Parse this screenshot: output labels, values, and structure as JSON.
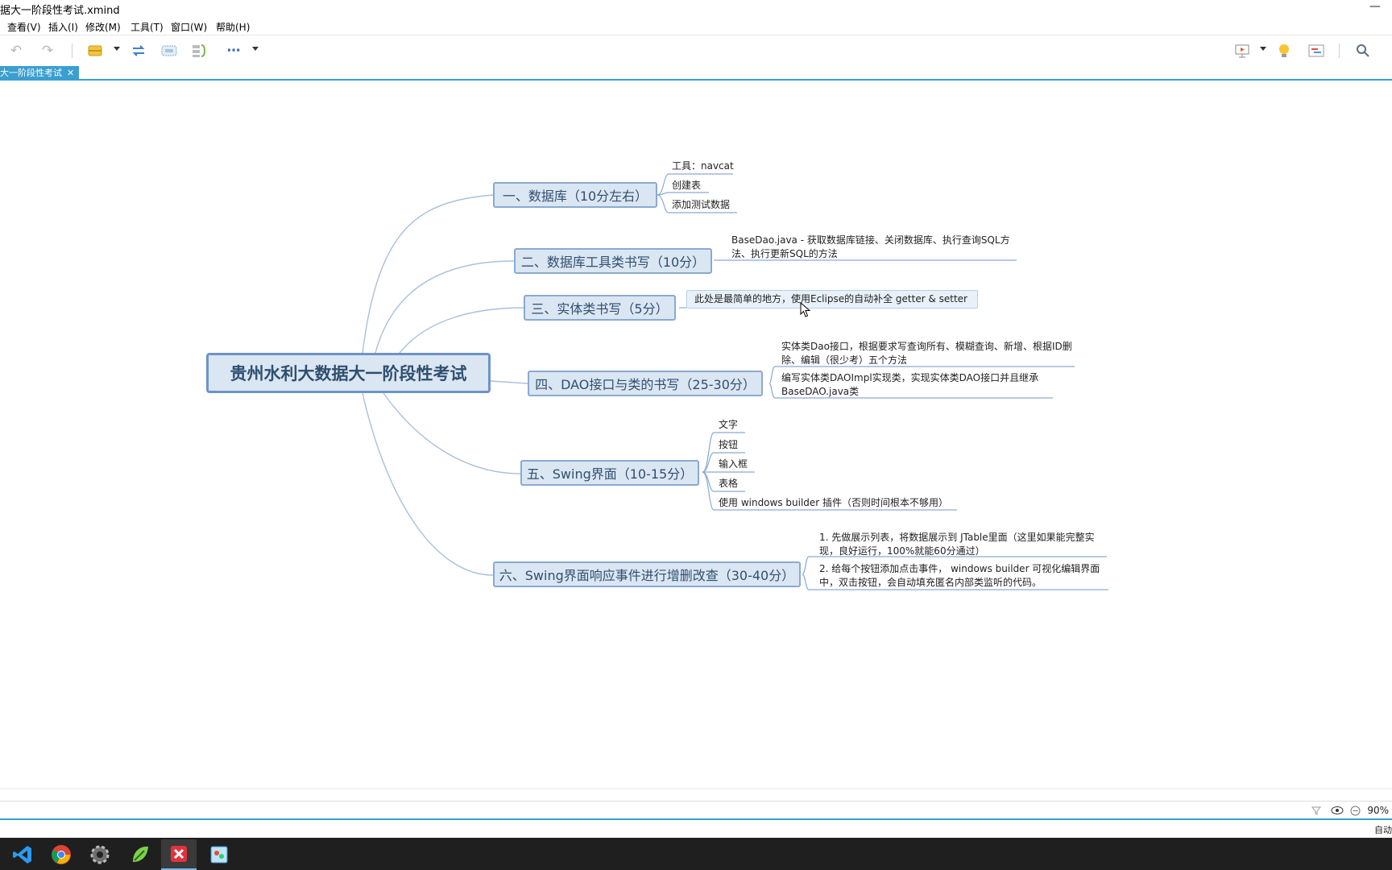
{
  "window": {
    "title": "据大一阶段性考试.xmind",
    "minimize": "—"
  },
  "menu": [
    {
      "label": "查看(V)"
    },
    {
      "label": "插入(I)"
    },
    {
      "label": "修改(M)"
    },
    {
      "label": "工具(T)"
    },
    {
      "label": "窗口(W)"
    },
    {
      "label": "帮助(H)"
    }
  ],
  "tab": {
    "label": "大一阶段性考试",
    "close": "✕"
  },
  "mindmap": {
    "central": "贵州水利大数据大一阶段性考试",
    "branches": [
      {
        "label": "一、数据库（10分左右）",
        "children": [
          "工具：navcat",
          "创建表",
          "添加测试数据"
        ]
      },
      {
        "label": "二、数据库工具类书写（10分）",
        "children": [
          "BaseDao.java - 获取数据库链接、关闭数据库、执行查询SQL方法、执行更新SQL的方法"
        ]
      },
      {
        "label": "三、实体类书写（5分）",
        "children": [
          "此处是最简单的地方，使用Eclipse的自动补全 getter & setter"
        ]
      },
      {
        "label": "四、DAO接口与类的书写（25-30分）",
        "children": [
          "实体类Dao接口，根据要求写查询所有、模糊查询、新增、根据ID删除、编辑（很少考）五个方法",
          "编写实体类DAOImpl实现类，实现实体类DAO接口并且继承BaseDAO.java类"
        ]
      },
      {
        "label": "五、Swing界面（10-15分）",
        "children": [
          "文字",
          "按钮",
          "输入框",
          "表格",
          "使用 windows builder 插件（否则时间根本不够用）"
        ]
      },
      {
        "label": "六、Swing界面响应事件进行增删改查（30-40分）",
        "children": [
          "1. 先做展示列表，将数据展示到 JTable里面（这里如果能完整实现，良好运行，100%就能60分通过）",
          "2. 给每个按钮添加点击事件， windows builder 可视化编辑界面中，双击按钮，会自动填充匿名内部类监听的代码。"
        ]
      }
    ]
  },
  "status": {
    "zoom": "90%",
    "bottom_text": "自动"
  },
  "colors": {
    "accent": "#3a9fd0",
    "topic_fill": "#dbe6f3",
    "topic_border": "#8aaad0",
    "link": "#a9c0dc"
  },
  "icons": {
    "toolbar": [
      "undo-icon",
      "redo-icon",
      "template-icon",
      "relationship-icon",
      "boundary-icon",
      "summary-icon",
      "more-icon",
      "presentation-icon",
      "idea-icon",
      "gantt-icon",
      "search-icon"
    ],
    "taskbar": [
      "vscode-icon",
      "chrome-icon",
      "settings-icon",
      "green-app-icon",
      "xmind-icon",
      "paint-icon"
    ]
  }
}
